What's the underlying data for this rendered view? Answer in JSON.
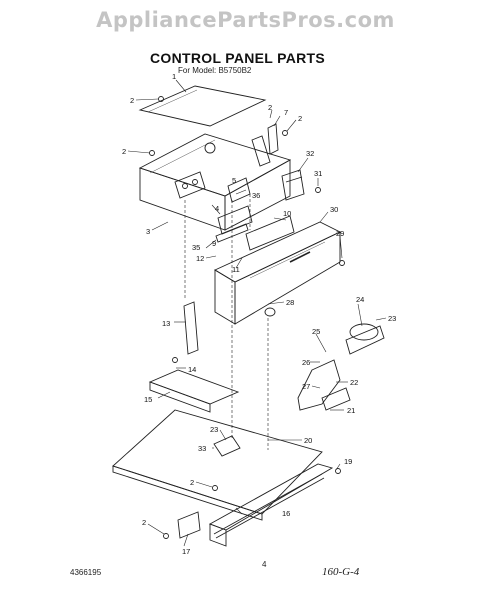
{
  "watermark": "AppliancePartsPros.com",
  "title": "CONTROL PANEL PARTS",
  "subtitle": "For Model: B5750B2",
  "footer": {
    "left": "4366195",
    "center": "4",
    "right": "160-G-4"
  },
  "callouts": [
    {
      "id": "c1",
      "label": "1"
    },
    {
      "id": "c2a",
      "label": "2"
    },
    {
      "id": "c2b",
      "label": "2"
    },
    {
      "id": "c2c",
      "label": "2"
    },
    {
      "id": "c2d",
      "label": "2"
    },
    {
      "id": "c2e",
      "label": "2"
    },
    {
      "id": "c2f",
      "label": "2"
    },
    {
      "id": "c3",
      "label": "3"
    },
    {
      "id": "c4",
      "label": "4"
    },
    {
      "id": "c5",
      "label": "5"
    },
    {
      "id": "c7",
      "label": "7"
    },
    {
      "id": "c9",
      "label": "9"
    },
    {
      "id": "c10",
      "label": "10"
    },
    {
      "id": "c11",
      "label": "11"
    },
    {
      "id": "c12",
      "label": "12"
    },
    {
      "id": "c13",
      "label": "13"
    },
    {
      "id": "c14",
      "label": "14"
    },
    {
      "id": "c15",
      "label": "15"
    },
    {
      "id": "c16",
      "label": "16"
    },
    {
      "id": "c17",
      "label": "17"
    },
    {
      "id": "c19",
      "label": "19"
    },
    {
      "id": "c20",
      "label": "20"
    },
    {
      "id": "c21",
      "label": "21"
    },
    {
      "id": "c22",
      "label": "22"
    },
    {
      "id": "c23a",
      "label": "23"
    },
    {
      "id": "c23b",
      "label": "23"
    },
    {
      "id": "c24",
      "label": "24"
    },
    {
      "id": "c25",
      "label": "25"
    },
    {
      "id": "c26",
      "label": "26"
    },
    {
      "id": "c27",
      "label": "27"
    },
    {
      "id": "c28",
      "label": "28"
    },
    {
      "id": "c29",
      "label": "29"
    },
    {
      "id": "c30",
      "label": "30"
    },
    {
      "id": "c31",
      "label": "31"
    },
    {
      "id": "c32",
      "label": "32"
    },
    {
      "id": "c33",
      "label": "33"
    },
    {
      "id": "c35",
      "label": "35"
    },
    {
      "id": "c36",
      "label": "36"
    }
  ]
}
